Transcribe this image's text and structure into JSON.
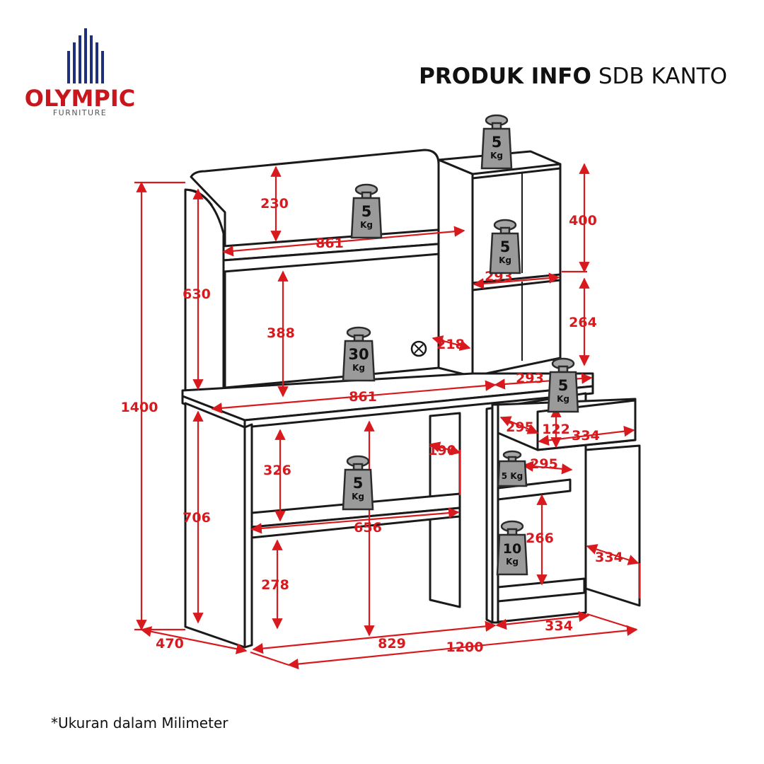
{
  "brand": {
    "name": "OLYMPIC",
    "sub": "FURNITURE",
    "name_color": "#c8161d",
    "bars_color": "#1f2f7a"
  },
  "header": {
    "title_bold": "PRODUK INFO",
    "title_regular": "SDB KANTO"
  },
  "footnote": "*Ukuran dalam Milimeter",
  "colors": {
    "dimension": "#d8191d",
    "outline": "#1a1a1a",
    "weight_fill": "#9a9a9a"
  },
  "dimensions": [
    {
      "id": "d230",
      "text": "230"
    },
    {
      "id": "d861a",
      "text": "861"
    },
    {
      "id": "d630",
      "text": "630"
    },
    {
      "id": "d388",
      "text": "388"
    },
    {
      "id": "d218",
      "text": "218"
    },
    {
      "id": "d861b",
      "text": "861"
    },
    {
      "id": "d1400",
      "text": "1400"
    },
    {
      "id": "d400",
      "text": "400"
    },
    {
      "id": "d293a",
      "text": "293"
    },
    {
      "id": "d264",
      "text": "264"
    },
    {
      "id": "d293b",
      "text": "293"
    },
    {
      "id": "d295a",
      "text": "295"
    },
    {
      "id": "d122",
      "text": "122"
    },
    {
      "id": "d334a",
      "text": "334"
    },
    {
      "id": "d190",
      "text": "190"
    },
    {
      "id": "d295b",
      "text": "295"
    },
    {
      "id": "d326",
      "text": "326"
    },
    {
      "id": "d706",
      "text": "706"
    },
    {
      "id": "d656",
      "text": "656"
    },
    {
      "id": "d266",
      "text": "266"
    },
    {
      "id": "d334b",
      "text": "334"
    },
    {
      "id": "d278",
      "text": "278"
    },
    {
      "id": "d470",
      "text": "470"
    },
    {
      "id": "d829",
      "text": "829"
    },
    {
      "id": "d334c",
      "text": "334"
    },
    {
      "id": "d1200",
      "text": "1200"
    }
  ],
  "weights": [
    {
      "id": "w1",
      "value": "5",
      "unit": "Kg"
    },
    {
      "id": "w2",
      "value": "5",
      "unit": "Kg"
    },
    {
      "id": "w3",
      "value": "5",
      "unit": "Kg"
    },
    {
      "id": "w4",
      "value": "30",
      "unit": "Kg"
    },
    {
      "id": "w5",
      "value": "5",
      "unit": "Kg"
    },
    {
      "id": "w6",
      "value": "5 Kg",
      "unit": ""
    },
    {
      "id": "w7",
      "value": "5",
      "unit": "Kg"
    },
    {
      "id": "w8",
      "value": "10",
      "unit": "Kg"
    }
  ]
}
